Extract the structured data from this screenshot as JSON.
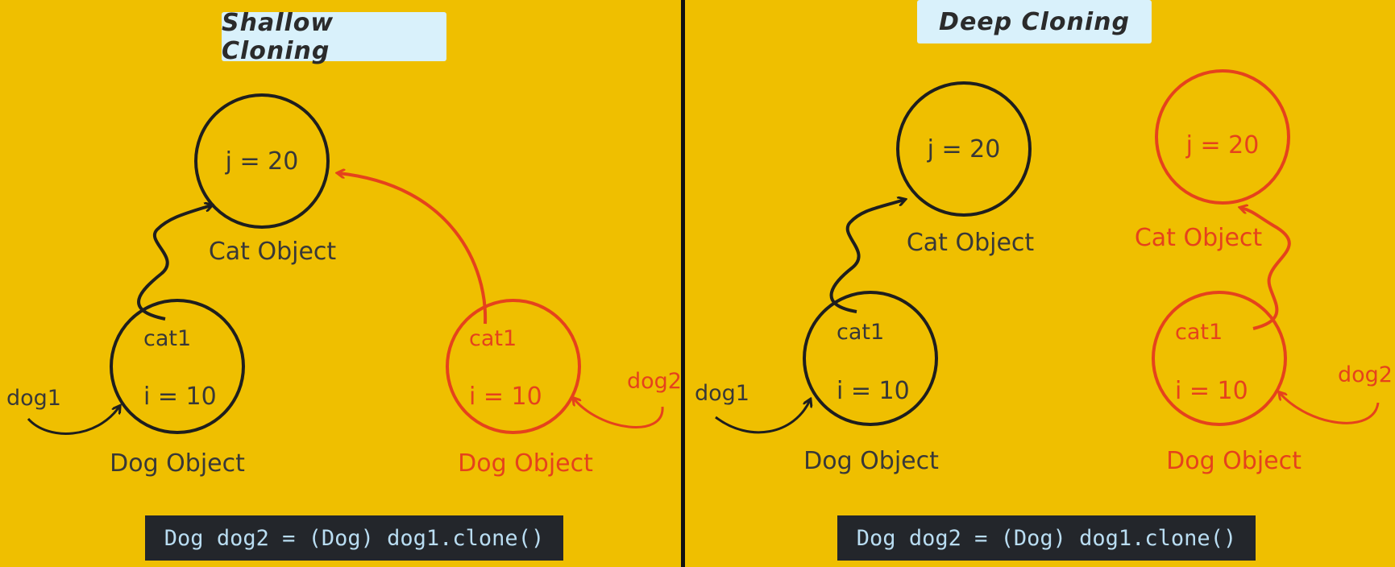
{
  "left": {
    "title": "Shallow Cloning",
    "cat_object": {
      "field": "j = 20",
      "caption": "Cat Object"
    },
    "dog1_object": {
      "field_ref": "cat1",
      "field_int": "i = 10",
      "caption": "Dog Object",
      "ref_name": "dog1"
    },
    "dog2_object": {
      "field_ref": "cat1",
      "field_int": "i = 10",
      "caption": "Dog Object",
      "ref_name": "dog2"
    },
    "code": "Dog dog2 = (Dog) dog1.clone()"
  },
  "right": {
    "title": "Deep Cloning",
    "cat_object": {
      "field": "j = 20",
      "caption": "Cat Object"
    },
    "cat_object_copy": {
      "field": "j = 20",
      "caption": "Cat Object"
    },
    "dog1_object": {
      "field_ref": "cat1",
      "field_int": "i = 10",
      "caption": "Dog Object",
      "ref_name": "dog1"
    },
    "dog2_object": {
      "field_ref": "cat1",
      "field_int": "i = 10",
      "caption": "Dog Object",
      "ref_name": "dog2"
    },
    "code": "Dog dog2 = (Dog) dog1.clone()"
  },
  "colors": {
    "background": "#efbf00",
    "original": "#1e1e1e",
    "clone": "#e5421c",
    "title_box": "#d9f1fb",
    "code_box": "#23262b",
    "code_text": "#b9ddf2"
  }
}
